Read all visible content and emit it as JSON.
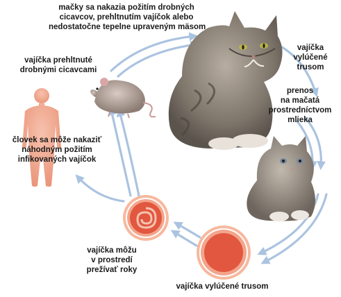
{
  "labels": {
    "cat_infection": [
      "mačky sa nakazia požitím drobných",
      "cicavcov, prehltnutím vajíčok alebo",
      "nedostatočne tepelne upraveným mäsom"
    ],
    "rodent_eggs": [
      "vajíčka prehltnuté",
      "drobnými cicavcami"
    ],
    "eggs_in_feces_top": [
      "vajíčka",
      "vylúčené",
      "trusom"
    ],
    "milk_transfer": [
      "prenos",
      "na mačatá",
      "prostredníctvom",
      "mlieka"
    ],
    "human_infection": [
      "človek sa môže nakaziť",
      "náhodným požitím",
      "infikovaných vajíčok"
    ],
    "eggs_survive": [
      "vajíčka môžu",
      "v prostredí",
      "prežívať roky"
    ],
    "eggs_in_feces_bottom": [
      "vajíčka vylúčené trusom"
    ]
  },
  "colors": {
    "arrow": "#aac3e0",
    "egg_fill": "#e2573f",
    "egg_ring": "#f6b99f",
    "human_body": "#f2a78f",
    "cat_fur": "#8a8176",
    "rodent_fur": "#9b8c86"
  },
  "icons": {
    "adult_cat": "cat-icon",
    "kitten": "kitten-icon",
    "rodent": "rodent-icon",
    "human": "human-silhouette-icon",
    "embryonated_egg": "larva-egg-icon",
    "unembryonated_egg": "egg-icon"
  }
}
